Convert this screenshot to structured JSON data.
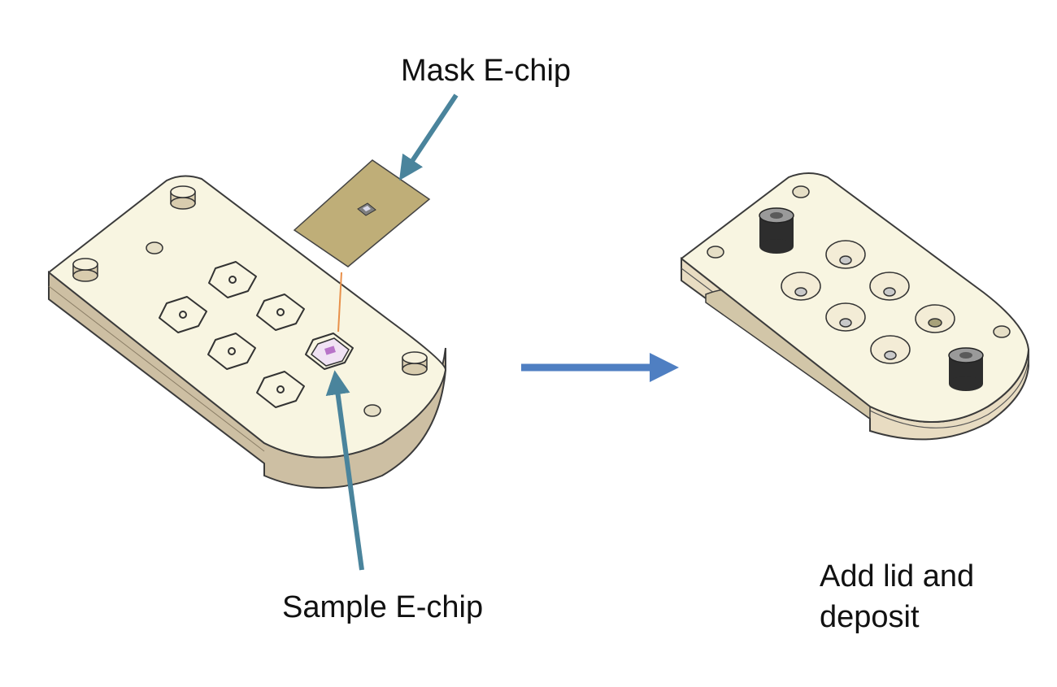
{
  "labels": {
    "mask_chip": "Mask E-chip",
    "sample_chip": "Sample E-chip",
    "lid_line1": "Add lid and",
    "lid_line2": "deposit"
  },
  "colors": {
    "plate_top": "#f8f5e1",
    "plate_side": "#cdbfa3",
    "plate_edge": "#3b3b3b",
    "mask_chip": "#bfae78",
    "callout_arrow": "#4a849c",
    "process_arrow": "#4f7fc2",
    "alignment_line": "#e8904a",
    "sample_highlight": "#b874c8"
  }
}
